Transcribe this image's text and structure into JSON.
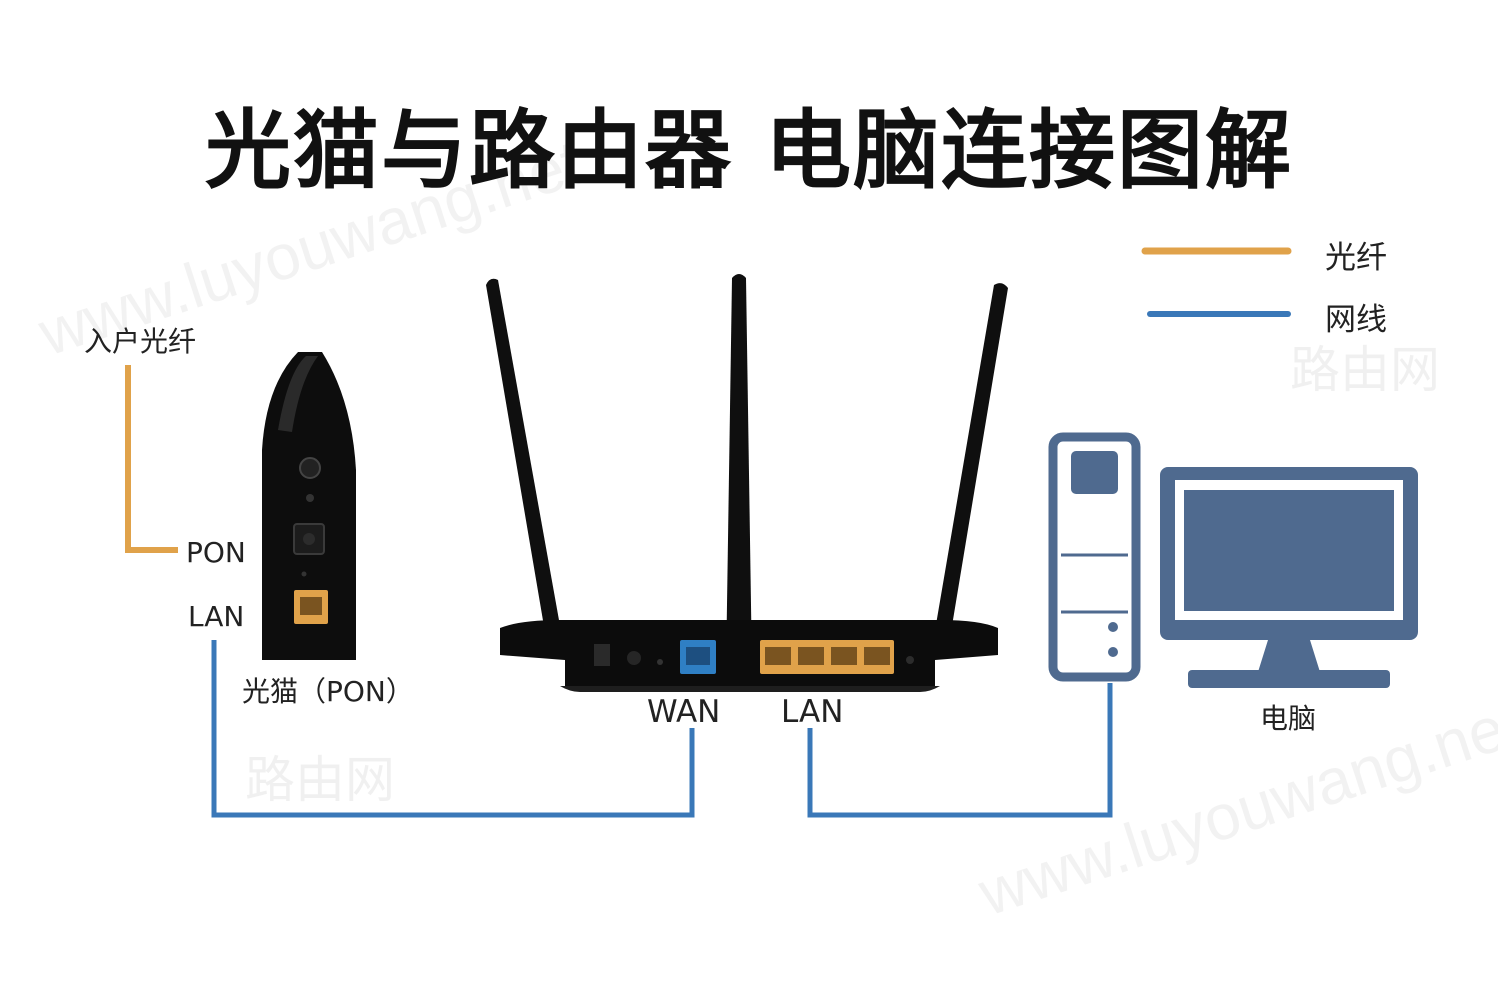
{
  "title": "光猫与路由器 电脑连接图解",
  "legend": {
    "fiber_label": "光纤",
    "cable_label": "网线",
    "fiber_color": "#e0a24a",
    "cable_color": "#3a78b8"
  },
  "modem": {
    "incoming_fiber_label": "入户光纤",
    "pon_port_label": "PON",
    "lan_port_label": "LAN",
    "caption": "光猫（PON）"
  },
  "router": {
    "wan_label": "WAN",
    "lan_label": "LAN",
    "wan_port_color": "#2f7fc4",
    "lan_port_color": "#e0a24a"
  },
  "computer": {
    "caption": "电脑",
    "device_color": "#4f6a8f"
  },
  "watermark": {
    "url": "www.luyouwang.net",
    "brand": "路由网"
  }
}
